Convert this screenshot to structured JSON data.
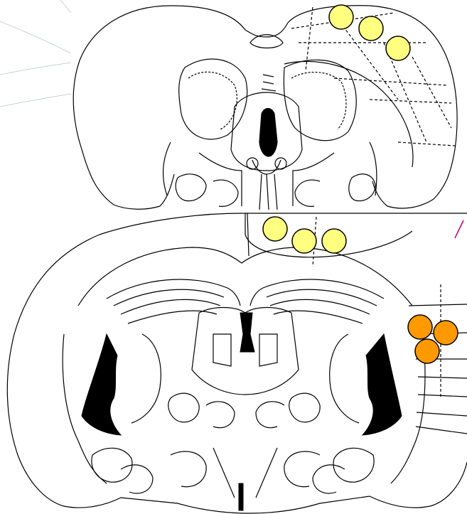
{
  "figure": {
    "panels": [
      {
        "id": "upper-section",
        "sites": [
          {
            "color_key": "yellow",
            "count": 1
          },
          {
            "color_key": "yellow",
            "count": 1
          },
          {
            "color_key": "yellow",
            "count": 1
          }
        ]
      },
      {
        "id": "lower-section",
        "sites": [
          {
            "color_key": "yellow",
            "count": 1
          },
          {
            "color_key": "yellow",
            "count": 1
          },
          {
            "color_key": "yellow",
            "count": 1
          },
          {
            "color_key": "orange",
            "count": 1
          },
          {
            "color_key": "orange",
            "count": 1
          },
          {
            "color_key": "orange",
            "count": 1
          }
        ]
      }
    ],
    "colors": {
      "yellow": "#ffff80",
      "orange": "#ff9900",
      "outline": "#000000",
      "background": "#ffffff",
      "accent_stroke": "#c0007a"
    }
  }
}
